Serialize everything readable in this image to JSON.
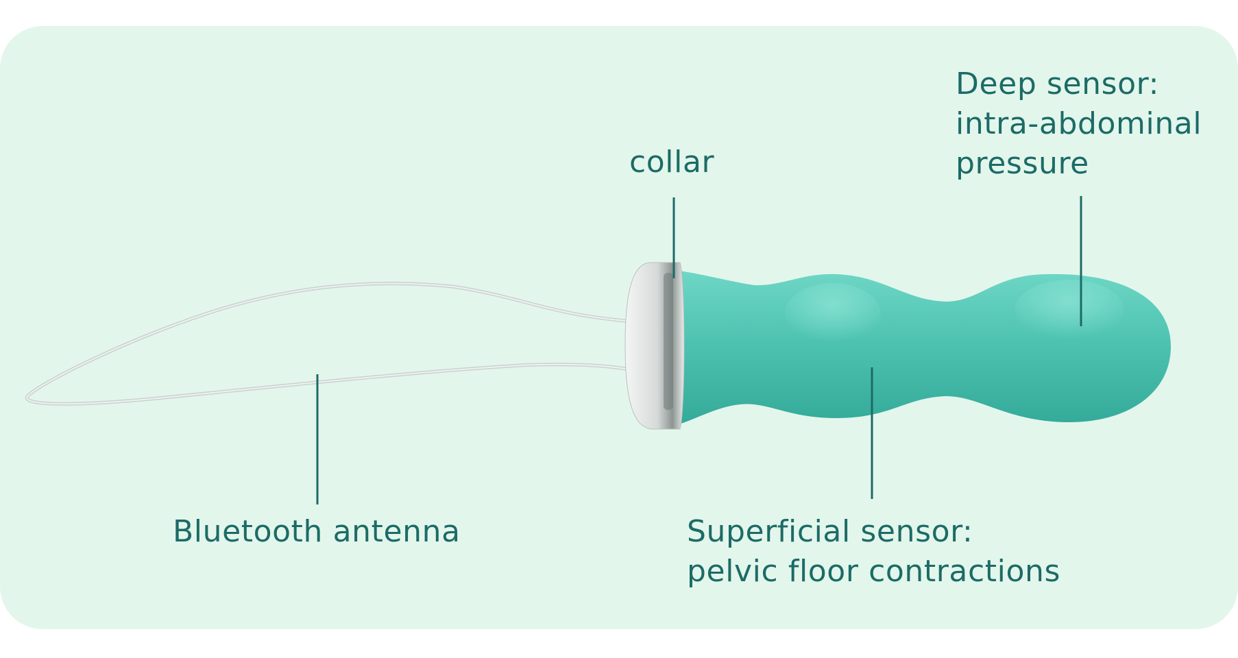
{
  "diagram": {
    "labels": {
      "collar": "collar",
      "deep_sensor_line1": "Deep sensor:",
      "deep_sensor_line2": "intra-abdominal",
      "deep_sensor_line3": "pressure",
      "bluetooth_antenna": "Bluetooth antenna",
      "superficial_sensor_line1": "Superficial sensor:",
      "superficial_sensor_line2": "pelvic floor contractions"
    },
    "colors": {
      "background_panel": "#e3f6ec",
      "label_text": "#1c6b66",
      "leader_line": "#1c6b66",
      "device_body": "#5ecdbc",
      "device_shadow": "#34ab9b",
      "antenna_wire": "#cfd6d3",
      "collar_metal": "#d9dcdc"
    }
  }
}
